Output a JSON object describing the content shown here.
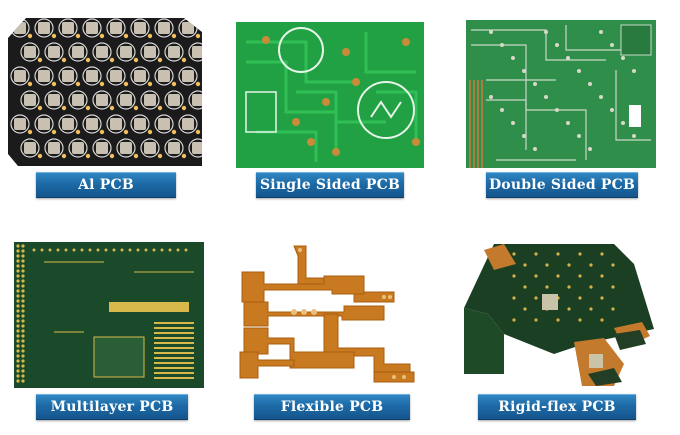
{
  "colors": {
    "label_bg": "#1d6aa6",
    "label_text": "#ffffff",
    "pcb_green": "#1f9a3a",
    "pcb_dark": "#0f3b22",
    "flex_amber": "#c9791f",
    "aluminum_black": "#1a1a1a"
  },
  "tiles": [
    {
      "label": "Al PCB"
    },
    {
      "label": "Single Sided PCB"
    },
    {
      "label": "Double Sided PCB"
    },
    {
      "label": "Multilayer PCB"
    },
    {
      "label": "Flexible PCB"
    },
    {
      "label": "Rigid-flex PCB"
    }
  ]
}
